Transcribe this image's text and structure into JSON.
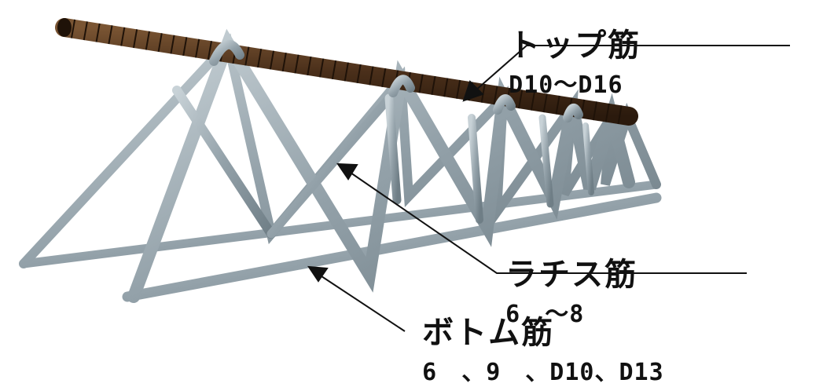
{
  "labels": {
    "top": {
      "name": "トップ筋",
      "spec": "D10～D16"
    },
    "lattice": {
      "name": "ラチス筋",
      "spec": "6　～8"
    },
    "bottom": {
      "name": "ボトム筋",
      "spec": "6　、9　、D10、D13"
    }
  },
  "colors": {
    "rebar": "#5a3b22",
    "steel": "#9aa7ae",
    "leader": "#111111"
  }
}
